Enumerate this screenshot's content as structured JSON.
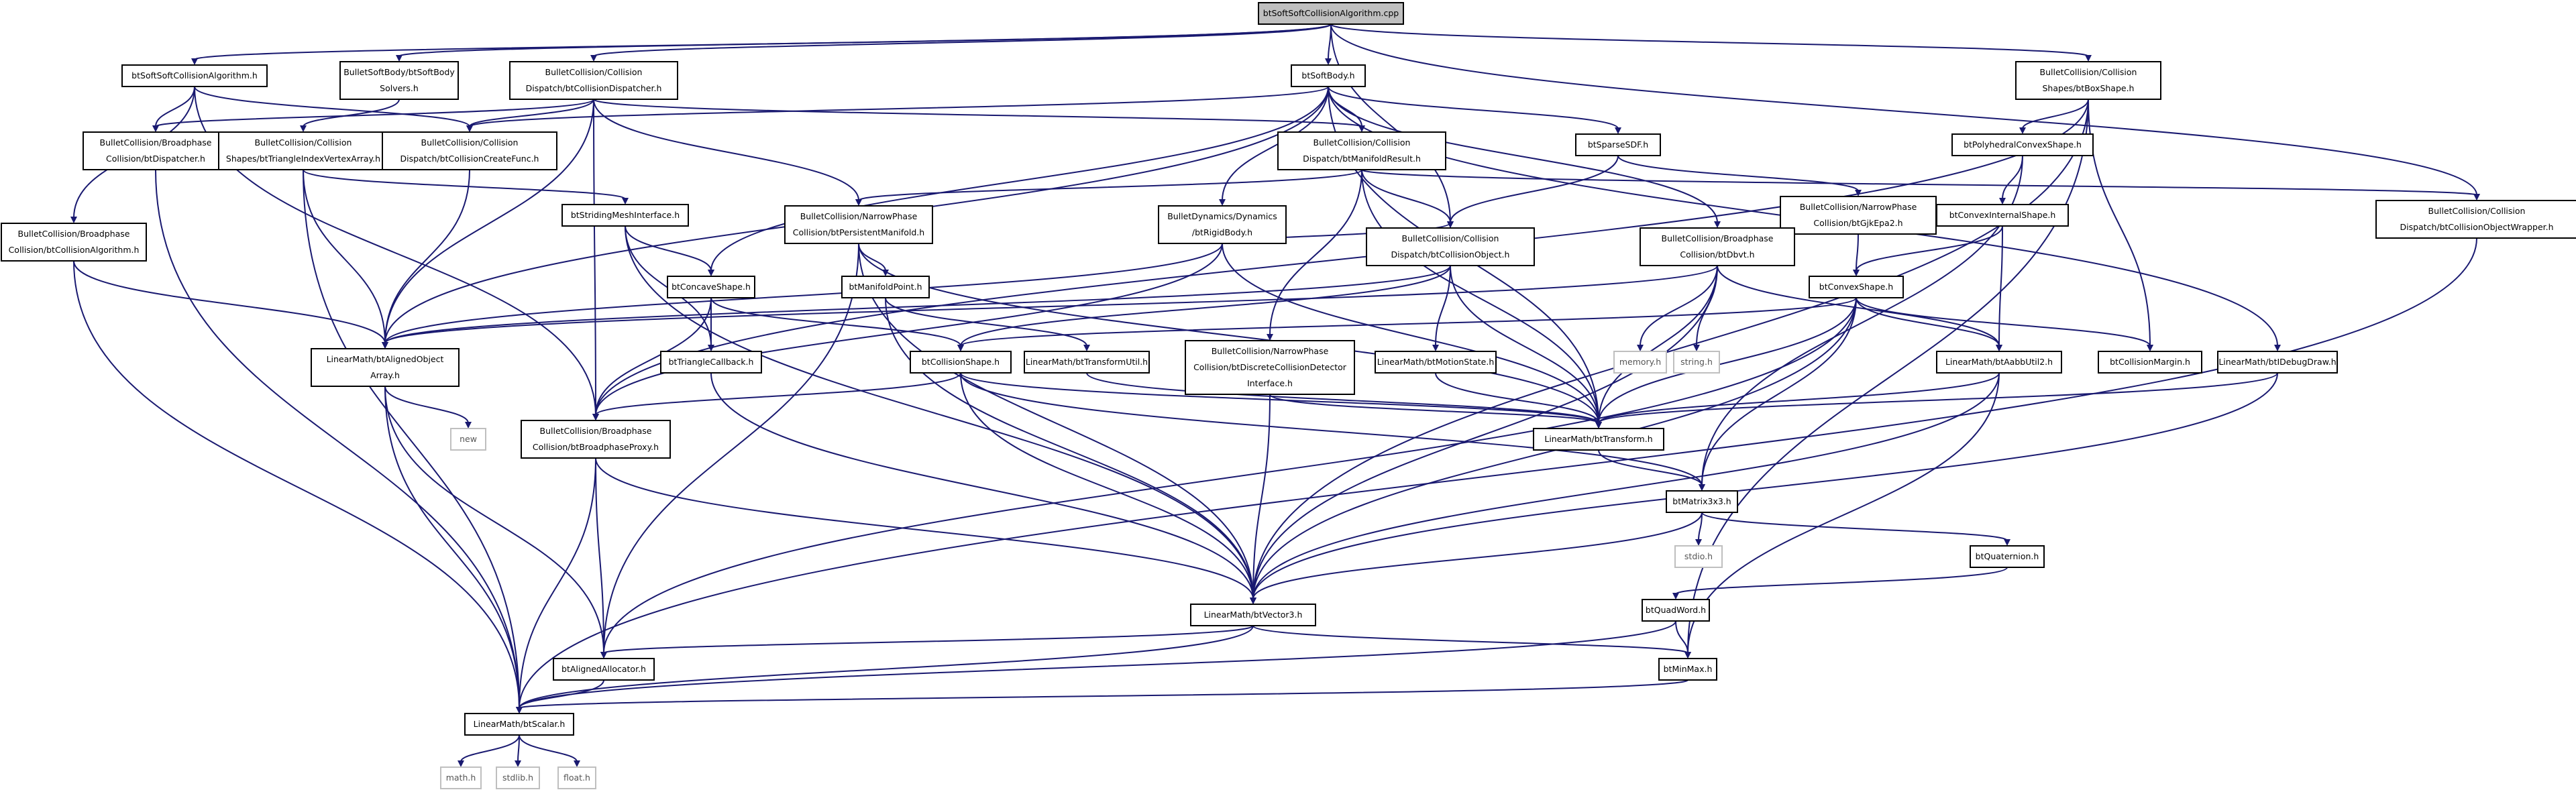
{
  "graph": {
    "root": "btSoftSoftCollisionAlgorithm.cpp",
    "nodes": [
      {
        "id": "root",
        "lines": [
          "btSoftSoftCollisionAlgorithm.cpp"
        ],
        "kind": "root"
      },
      {
        "id": "ssca_h",
        "lines": [
          "btSoftSoftCollisionAlgorithm.h"
        ],
        "kind": "internal"
      },
      {
        "id": "softbody_solvers",
        "lines": [
          "BulletSoftBody/btSoftBody",
          "Solvers.h"
        ],
        "kind": "internal"
      },
      {
        "id": "coll_dispatcher",
        "lines": [
          "BulletCollision/Collision",
          "Dispatch/btCollisionDispatcher.h"
        ],
        "kind": "internal"
      },
      {
        "id": "softbody",
        "lines": [
          "btSoftBody.h"
        ],
        "kind": "internal"
      },
      {
        "id": "boxshape",
        "lines": [
          "BulletCollision/Collision",
          "Shapes/btBoxShape.h"
        ],
        "kind": "internal"
      },
      {
        "id": "dispatcher",
        "lines": [
          "BulletCollision/Broadphase",
          "Collision/btDispatcher.h"
        ],
        "kind": "internal"
      },
      {
        "id": "tri_index_va",
        "lines": [
          "BulletCollision/Collision",
          "Shapes/btTriangleIndexVertexArray.h"
        ],
        "kind": "internal"
      },
      {
        "id": "coll_create_func",
        "lines": [
          "BulletCollision/Collision",
          "Dispatch/btCollisionCreateFunc.h"
        ],
        "kind": "internal"
      },
      {
        "id": "manifold_result",
        "lines": [
          "BulletCollision/Collision",
          "Dispatch/btManifoldResult.h"
        ],
        "kind": "internal"
      },
      {
        "id": "sparse_sdf",
        "lines": [
          "btSparseSDF.h"
        ],
        "kind": "internal"
      },
      {
        "id": "polyhedral",
        "lines": [
          "btPolyhedralConvexShape.h"
        ],
        "kind": "internal"
      },
      {
        "id": "coll_obj_wrapper",
        "lines": [
          "BulletCollision/Collision",
          "Dispatch/btCollisionObjectWrapper.h"
        ],
        "kind": "internal"
      },
      {
        "id": "broad_coll_algo",
        "lines": [
          "BulletCollision/Broadphase",
          "Collision/btCollisionAlgorithm.h"
        ],
        "kind": "internal"
      },
      {
        "id": "striding_mesh",
        "lines": [
          "btStridingMeshInterface.h"
        ],
        "kind": "internal"
      },
      {
        "id": "persistent_manifold",
        "lines": [
          "BulletCollision/NarrowPhase",
          "Collision/btPersistentManifold.h"
        ],
        "kind": "internal"
      },
      {
        "id": "rigid_body",
        "lines": [
          "BulletDynamics/Dynamics",
          "/btRigidBody.h"
        ],
        "kind": "internal"
      },
      {
        "id": "gjk_epa2",
        "lines": [
          "BulletCollision/NarrowPhase",
          "Collision/btGjkEpa2.h"
        ],
        "kind": "internal"
      },
      {
        "id": "convex_internal",
        "lines": [
          "btConvexInternalShape.h"
        ],
        "kind": "internal"
      },
      {
        "id": "concave_shape",
        "lines": [
          "btConcaveShape.h"
        ],
        "kind": "internal"
      },
      {
        "id": "manifold_point",
        "lines": [
          "btManifoldPoint.h"
        ],
        "kind": "internal"
      },
      {
        "id": "coll_object",
        "lines": [
          "BulletCollision/Collision",
          "Dispatch/btCollisionObject.h"
        ],
        "kind": "internal"
      },
      {
        "id": "dbvt",
        "lines": [
          "BulletCollision/Broadphase",
          "Collision/btDbvt.h"
        ],
        "kind": "internal"
      },
      {
        "id": "convex_shape",
        "lines": [
          "btConvexShape.h"
        ],
        "kind": "internal"
      },
      {
        "id": "aligned_array",
        "lines": [
          "LinearMath/btAlignedObject",
          "Array.h"
        ],
        "kind": "internal"
      },
      {
        "id": "triangle_callback",
        "lines": [
          "btTriangleCallback.h"
        ],
        "kind": "internal"
      },
      {
        "id": "collision_shape",
        "lines": [
          "btCollisionShape.h"
        ],
        "kind": "internal"
      },
      {
        "id": "transform_util",
        "lines": [
          "LinearMath/btTransformUtil.h"
        ],
        "kind": "internal"
      },
      {
        "id": "discrete_cd",
        "lines": [
          "BulletCollision/NarrowPhase",
          "Collision/btDiscreteCollisionDetector",
          "Interface.h"
        ],
        "kind": "internal"
      },
      {
        "id": "motion_state",
        "lines": [
          "LinearMath/btMotionState.h"
        ],
        "kind": "internal"
      },
      {
        "id": "memory_h",
        "lines": [
          "memory.h"
        ],
        "kind": "external"
      },
      {
        "id": "string_h",
        "lines": [
          "string.h"
        ],
        "kind": "external"
      },
      {
        "id": "aabb_util2",
        "lines": [
          "LinearMath/btAabbUtil2.h"
        ],
        "kind": "internal"
      },
      {
        "id": "coll_margin",
        "lines": [
          "btCollisionMargin.h"
        ],
        "kind": "internal"
      },
      {
        "id": "debug_draw",
        "lines": [
          "LinearMath/btIDebugDraw.h"
        ],
        "kind": "internal"
      },
      {
        "id": "new_h",
        "lines": [
          "new"
        ],
        "kind": "external"
      },
      {
        "id": "broadphase_proxy",
        "lines": [
          "BulletCollision/Broadphase",
          "Collision/btBroadphaseProxy.h"
        ],
        "kind": "internal"
      },
      {
        "id": "transform",
        "lines": [
          "LinearMath/btTransform.h"
        ],
        "kind": "internal"
      },
      {
        "id": "matrix3x3",
        "lines": [
          "btMatrix3x3.h"
        ],
        "kind": "internal"
      },
      {
        "id": "stdio_h",
        "lines": [
          "stdio.h"
        ],
        "kind": "external"
      },
      {
        "id": "quaternion",
        "lines": [
          "btQuaternion.h"
        ],
        "kind": "internal"
      },
      {
        "id": "vector3",
        "lines": [
          "LinearMath/btVector3.h"
        ],
        "kind": "internal"
      },
      {
        "id": "quadword",
        "lines": [
          "btQuadWord.h"
        ],
        "kind": "internal"
      },
      {
        "id": "aligned_allocator",
        "lines": [
          "btAlignedAllocator.h"
        ],
        "kind": "internal"
      },
      {
        "id": "minmax",
        "lines": [
          "btMinMax.h"
        ],
        "kind": "internal"
      },
      {
        "id": "scalar",
        "lines": [
          "LinearMath/btScalar.h"
        ],
        "kind": "internal"
      },
      {
        "id": "math_h",
        "lines": [
          "math.h"
        ],
        "kind": "external"
      },
      {
        "id": "stdlib_h",
        "lines": [
          "stdlib.h"
        ],
        "kind": "external"
      },
      {
        "id": "float_h",
        "lines": [
          "float.h"
        ],
        "kind": "external"
      }
    ],
    "edges": [
      [
        "root",
        "ssca_h"
      ],
      [
        "root",
        "softbody_solvers"
      ],
      [
        "root",
        "coll_dispatcher"
      ],
      [
        "root",
        "softbody"
      ],
      [
        "root",
        "coll_object"
      ],
      [
        "root",
        "boxshape"
      ],
      [
        "root",
        "coll_obj_wrapper"
      ],
      [
        "ssca_h",
        "dispatcher"
      ],
      [
        "ssca_h",
        "broad_coll_algo"
      ],
      [
        "ssca_h",
        "coll_create_func"
      ],
      [
        "ssca_h",
        "broadphase_proxy"
      ],
      [
        "softbody_solvers",
        "tri_index_va"
      ],
      [
        "coll_dispatcher",
        "coll_create_func"
      ],
      [
        "coll_dispatcher",
        "dispatcher"
      ],
      [
        "coll_dispatcher",
        "manifold_result"
      ],
      [
        "coll_dispatcher",
        "persistent_manifold"
      ],
      [
        "coll_dispatcher",
        "aligned_array"
      ],
      [
        "coll_dispatcher",
        "broadphase_proxy"
      ],
      [
        "softbody",
        "aligned_array"
      ],
      [
        "softbody",
        "coll_create_func"
      ],
      [
        "softbody",
        "transform"
      ],
      [
        "softbody",
        "rigid_body"
      ],
      [
        "softbody",
        "sparse_sdf"
      ],
      [
        "softbody",
        "dbvt"
      ],
      [
        "softbody",
        "concave_shape"
      ],
      [
        "softbody",
        "debug_draw"
      ],
      [
        "softbody",
        "manifold_result"
      ],
      [
        "boxshape",
        "polyhedral"
      ],
      [
        "boxshape",
        "coll_margin"
      ],
      [
        "boxshape",
        "vector3"
      ],
      [
        "boxshape",
        "minmax"
      ],
      [
        "boxshape",
        "broadphase_proxy"
      ],
      [
        "dispatcher",
        "scalar"
      ],
      [
        "tri_index_va",
        "striding_mesh"
      ],
      [
        "tri_index_va",
        "aligned_array"
      ],
      [
        "tri_index_va",
        "scalar"
      ],
      [
        "coll_create_func",
        "aligned_array"
      ],
      [
        "manifold_result",
        "persistent_manifold"
      ],
      [
        "manifold_result",
        "coll_object"
      ],
      [
        "manifold_result",
        "discrete_cd"
      ],
      [
        "manifold_result",
        "transform"
      ],
      [
        "manifold_result",
        "coll_obj_wrapper"
      ],
      [
        "sparse_sdf",
        "gjk_epa2"
      ],
      [
        "sparse_sdf",
        "coll_object"
      ],
      [
        "polyhedral",
        "convex_internal"
      ],
      [
        "polyhedral",
        "matrix3x3"
      ],
      [
        "coll_obj_wrapper",
        "scalar"
      ],
      [
        "broad_coll_algo",
        "aligned_array"
      ],
      [
        "broad_coll_algo",
        "scalar"
      ],
      [
        "striding_mesh",
        "concave_shape"
      ],
      [
        "striding_mesh",
        "triangle_callback"
      ],
      [
        "striding_mesh",
        "vector3"
      ],
      [
        "persistent_manifold",
        "manifold_point"
      ],
      [
        "persistent_manifold",
        "aligned_allocator"
      ],
      [
        "persistent_manifold",
        "vector3"
      ],
      [
        "persistent_manifold",
        "transform"
      ],
      [
        "rigid_body",
        "coll_object"
      ],
      [
        "rigid_body",
        "aligned_array"
      ],
      [
        "rigid_body",
        "broadphase_proxy"
      ],
      [
        "rigid_body",
        "transform"
      ],
      [
        "gjk_epa2",
        "convex_shape"
      ],
      [
        "convex_internal",
        "convex_shape"
      ],
      [
        "convex_internal",
        "aabb_util2"
      ],
      [
        "concave_shape",
        "collision_shape"
      ],
      [
        "concave_shape",
        "triangle_callback"
      ],
      [
        "concave_shape",
        "broadphase_proxy"
      ],
      [
        "manifold_point",
        "transform_util"
      ],
      [
        "manifold_point",
        "vector3"
      ],
      [
        "coll_object",
        "aligned_array"
      ],
      [
        "coll_object",
        "motion_state"
      ],
      [
        "coll_object",
        "transform"
      ],
      [
        "coll_object",
        "collision_shape"
      ],
      [
        "dbvt",
        "aligned_array"
      ],
      [
        "dbvt",
        "memory_h"
      ],
      [
        "dbvt",
        "string_h"
      ],
      [
        "dbvt",
        "aabb_util2"
      ],
      [
        "dbvt",
        "transform"
      ],
      [
        "dbvt",
        "vector3"
      ],
      [
        "convex_shape",
        "collision_shape"
      ],
      [
        "convex_shape",
        "transform"
      ],
      [
        "convex_shape",
        "coll_margin"
      ],
      [
        "convex_shape",
        "matrix3x3"
      ],
      [
        "convex_shape",
        "aligned_allocator"
      ],
      [
        "convex_shape",
        "vector3"
      ],
      [
        "convex_shape",
        "aabb_util2"
      ],
      [
        "aligned_array",
        "new_h"
      ],
      [
        "aligned_array",
        "aligned_allocator"
      ],
      [
        "aligned_array",
        "scalar"
      ],
      [
        "triangle_callback",
        "vector3"
      ],
      [
        "collision_shape",
        "transform"
      ],
      [
        "collision_shape",
        "matrix3x3"
      ],
      [
        "collision_shape",
        "vector3"
      ],
      [
        "collision_shape",
        "broadphase_proxy"
      ],
      [
        "transform_util",
        "transform"
      ],
      [
        "discrete_cd",
        "transform"
      ],
      [
        "discrete_cd",
        "vector3"
      ],
      [
        "motion_state",
        "transform"
      ],
      [
        "aabb_util2",
        "transform"
      ],
      [
        "aabb_util2",
        "vector3"
      ],
      [
        "aabb_util2",
        "minmax"
      ],
      [
        "debug_draw",
        "transform"
      ],
      [
        "debug_draw",
        "vector3"
      ],
      [
        "broadphase_proxy",
        "vector3"
      ],
      [
        "broadphase_proxy",
        "aligned_allocator"
      ],
      [
        "broadphase_proxy",
        "scalar"
      ],
      [
        "transform",
        "matrix3x3"
      ],
      [
        "matrix3x3",
        "vector3"
      ],
      [
        "matrix3x3",
        "quaternion"
      ],
      [
        "matrix3x3",
        "stdio_h"
      ],
      [
        "quaternion",
        "quadword"
      ],
      [
        "vector3",
        "scalar"
      ],
      [
        "vector3",
        "minmax"
      ],
      [
        "vector3",
        "aligned_allocator"
      ],
      [
        "quadword",
        "scalar"
      ],
      [
        "quadword",
        "minmax"
      ],
      [
        "aligned_allocator",
        "scalar"
      ],
      [
        "minmax",
        "scalar"
      ],
      [
        "scalar",
        "math_h"
      ],
      [
        "scalar",
        "stdlib_h"
      ],
      [
        "scalar",
        "float_h"
      ]
    ]
  }
}
